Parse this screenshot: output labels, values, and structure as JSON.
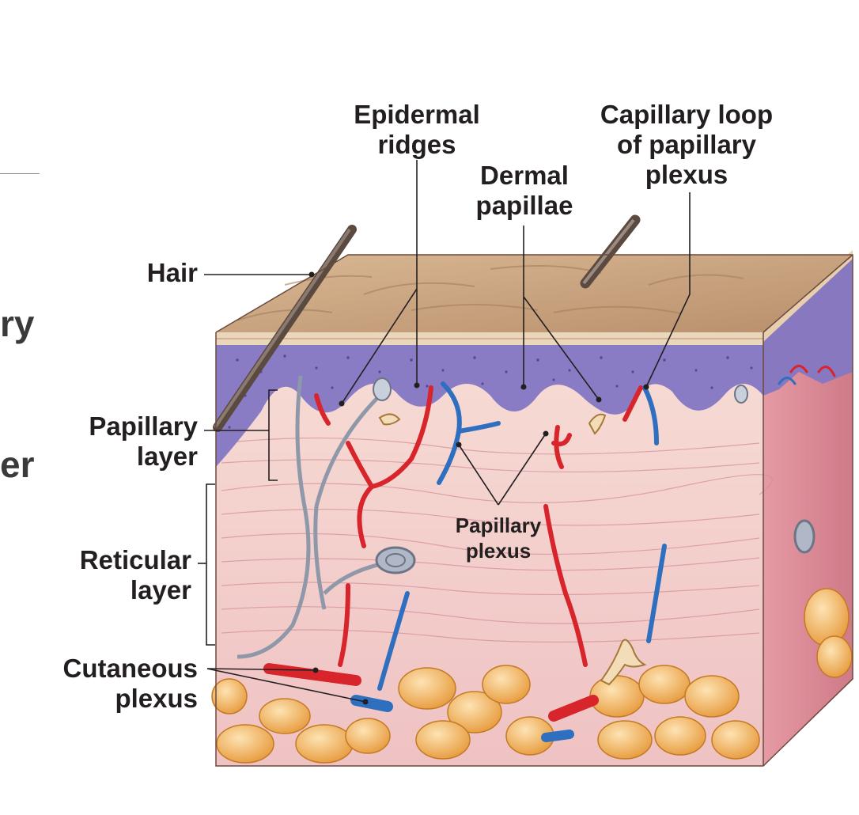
{
  "slide_fragments": {
    "line1": "ry",
    "line2": "er"
  },
  "labels": {
    "epidermal_ridges": [
      "Epidermal",
      "ridges"
    ],
    "capillary_loop": [
      "Capillary loop",
      "of papillary",
      "plexus"
    ],
    "dermal_papillae": [
      "Dermal",
      "papillae"
    ],
    "hair": "Hair",
    "papillary_layer": [
      "Papillary",
      "layer"
    ],
    "reticular_layer": [
      "Reticular",
      "layer"
    ],
    "cutaneous_plexus": [
      "Cutaneous",
      "plexus"
    ],
    "papillary_plexus": [
      "Papillary",
      "plexus"
    ]
  },
  "colors": {
    "epidermis": "#8a7cc4",
    "stratum_corneum": "#c9a583",
    "dermis": "#f2c9c6",
    "fat": "#f0b35a",
    "artery": "#d8242b",
    "vein": "#2f6fbf",
    "nerve": "#8f98a8"
  }
}
